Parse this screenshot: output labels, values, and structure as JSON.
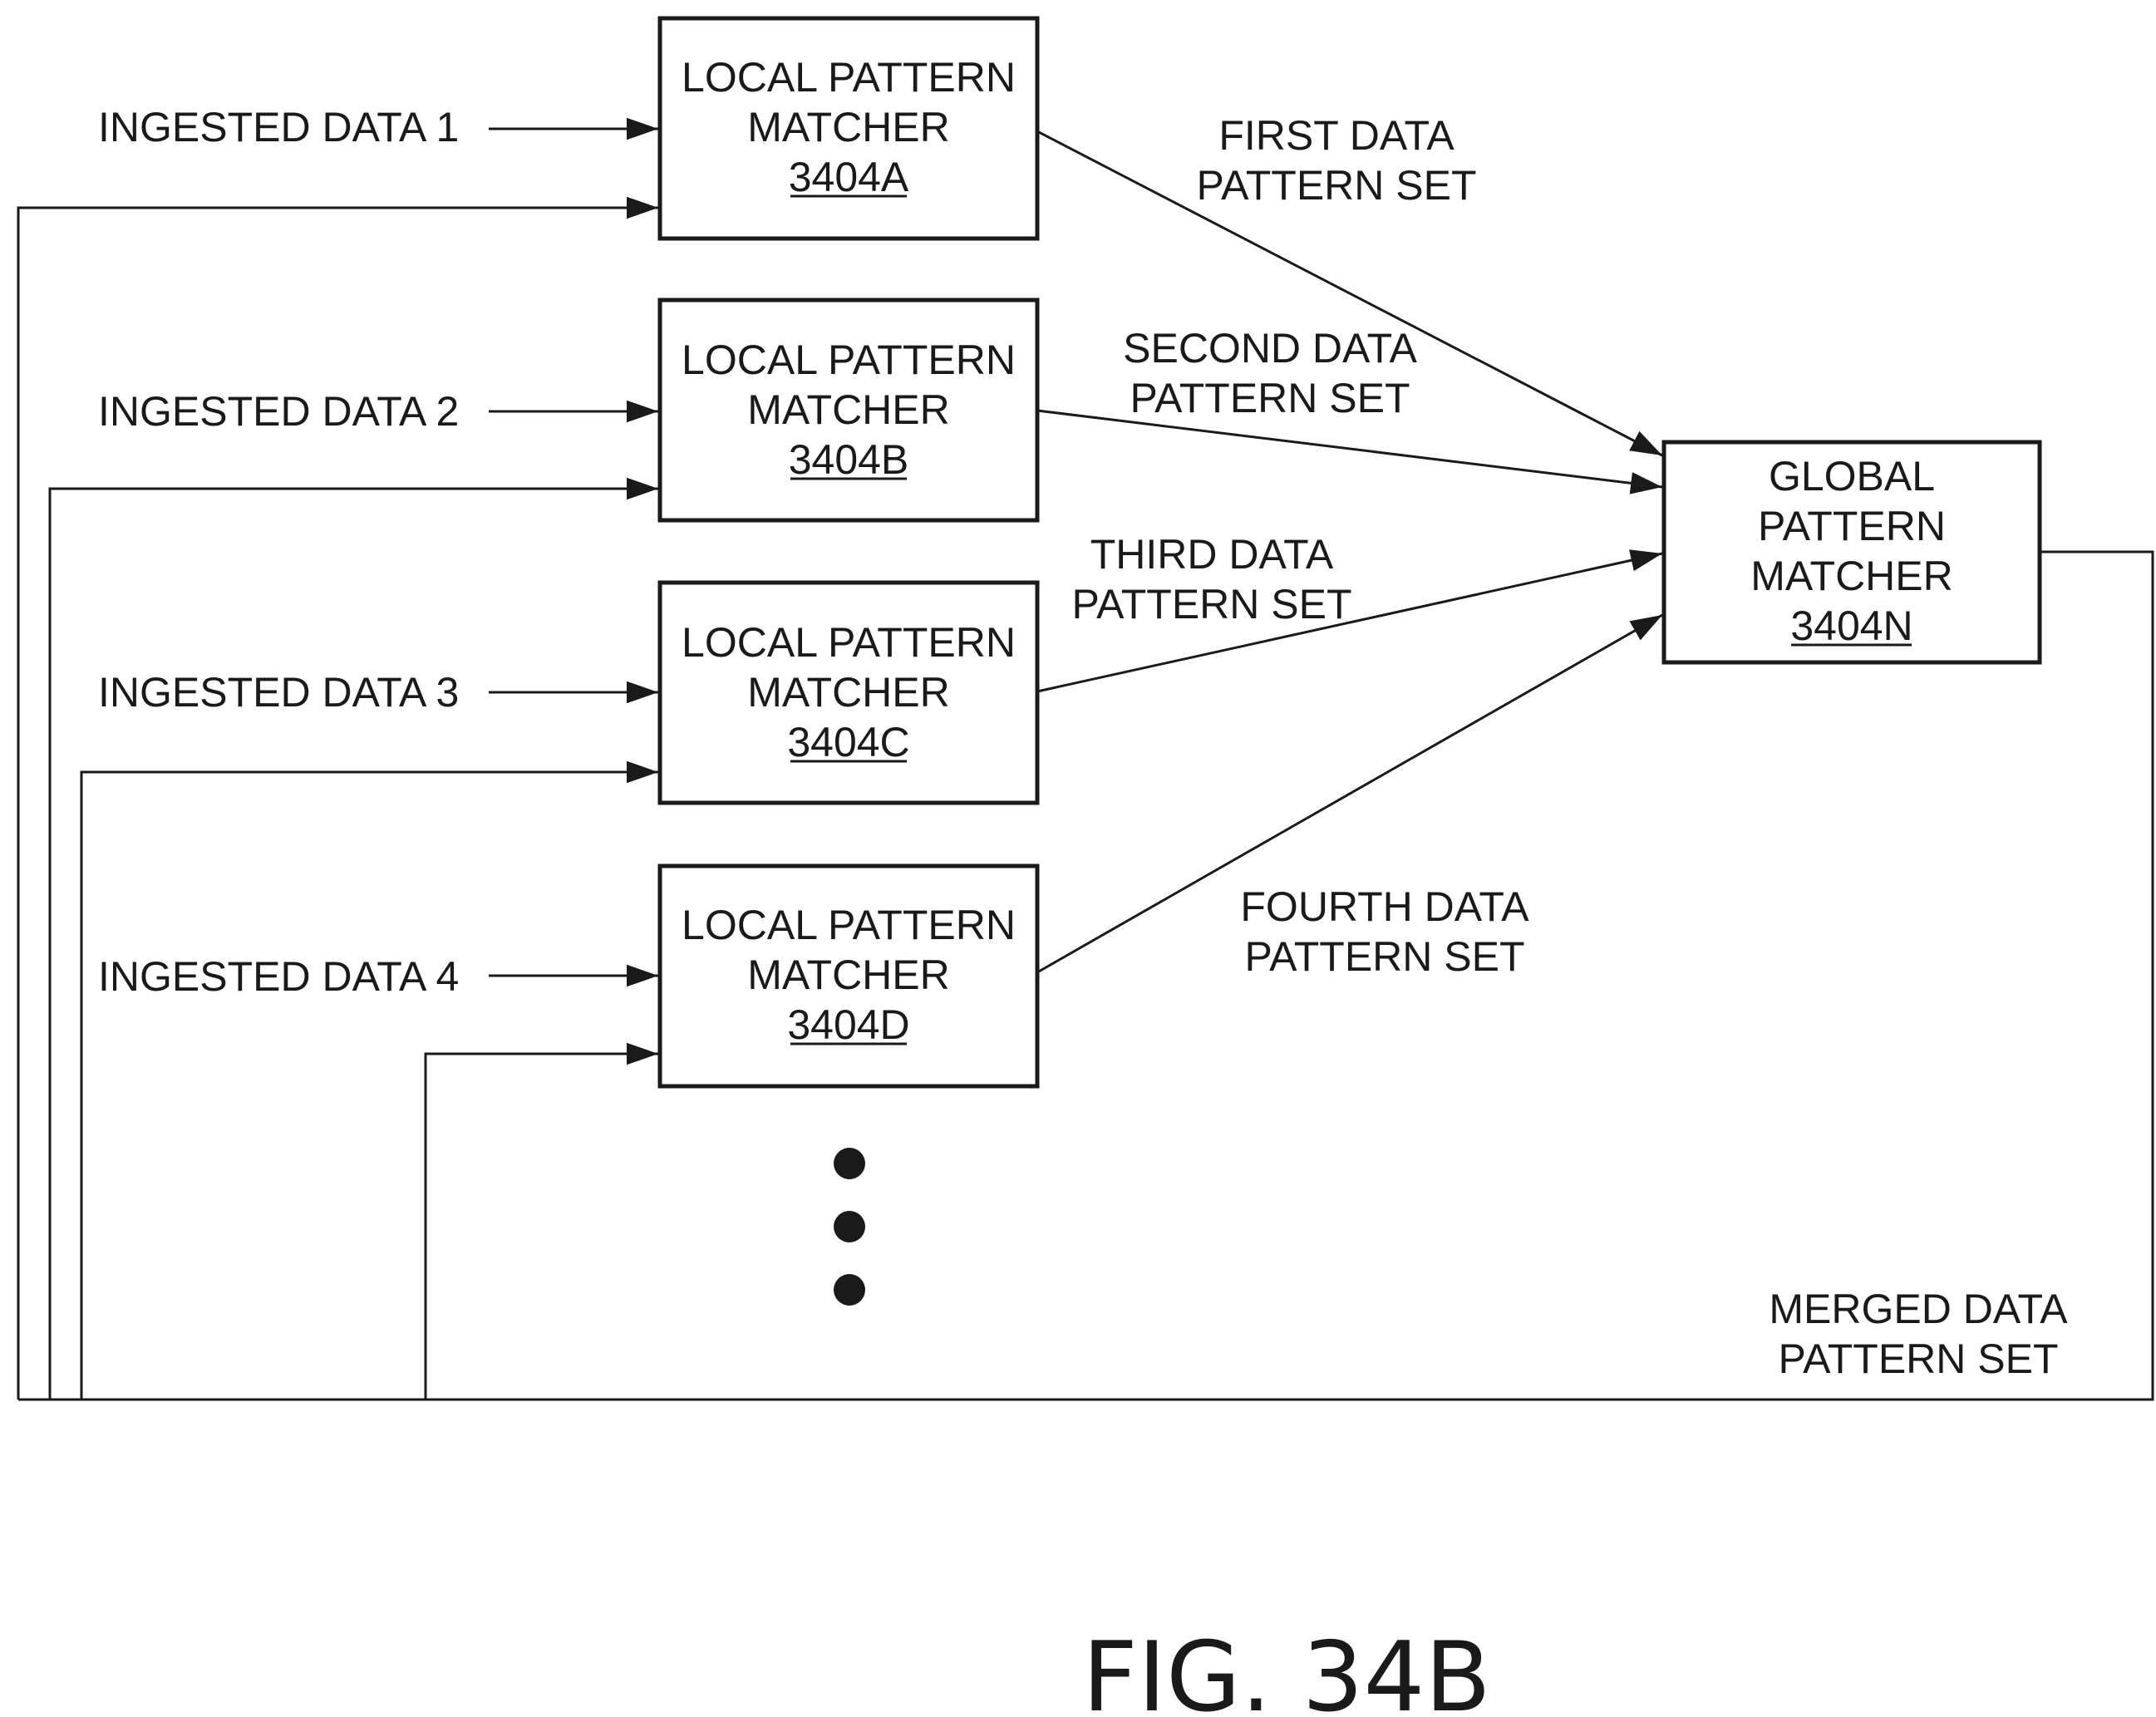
{
  "inputs": [
    "INGESTED DATA 1",
    "INGESTED DATA 2",
    "INGESTED DATA 3",
    "INGESTED DATA 4"
  ],
  "local_matchers": [
    {
      "line1": "LOCAL PATTERN",
      "line2": "MATCHER",
      "ref": "3404A"
    },
    {
      "line1": "LOCAL PATTERN",
      "line2": "MATCHER",
      "ref": "3404B"
    },
    {
      "line1": "LOCAL PATTERN",
      "line2": "MATCHER",
      "ref": "3404C"
    },
    {
      "line1": "LOCAL PATTERN",
      "line2": "MATCHER",
      "ref": "3404D"
    }
  ],
  "global_matcher": {
    "line1": "GLOBAL",
    "line2": "PATTERN",
    "line3": "MATCHER",
    "ref": "3404N"
  },
  "pattern_sets": [
    {
      "line1": "FIRST DATA",
      "line2": "PATTERN SET"
    },
    {
      "line1": "SECOND DATA",
      "line2": "PATTERN SET"
    },
    {
      "line1": "THIRD DATA",
      "line2": "PATTERN SET"
    },
    {
      "line1": "FOURTH DATA",
      "line2": "PATTERN SET"
    }
  ],
  "merged": {
    "line1": "MERGED DATA",
    "line2": "PATTERN SET"
  },
  "figure_label": "FIG. 34B"
}
